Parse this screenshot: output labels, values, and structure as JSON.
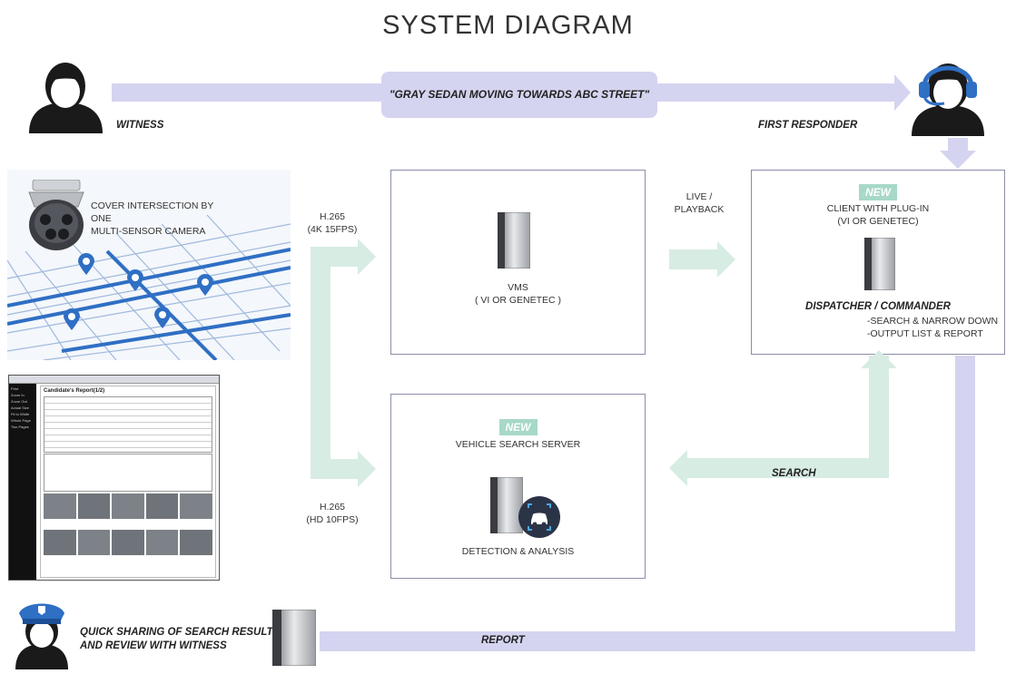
{
  "title": "SYSTEM DIAGRAM",
  "quote": "\"GRAY SEDAN MOVING TOWARDS ABC STREET\"",
  "labels": {
    "witness": "WITNESS",
    "first_responder": "FIRST RESPONDER",
    "search": "SEARCH",
    "report": "REPORT",
    "officer_line1": "QUICK SHARING OF SEARCH RESULTS",
    "officer_line2": "AND REVIEW WITH WITNESS"
  },
  "camera": {
    "line1": "COVER INTERSECTION BY ONE",
    "line2": "MULTI-SENSOR CAMERA"
  },
  "streams": {
    "top_line1": "H.265",
    "top_line2": "(4K 15FPS)",
    "bottom_line1": "H.265",
    "bottom_line2": "(HD 10FPS)",
    "live_line1": "LIVE /",
    "live_line2": "PLAYBACK"
  },
  "vms": {
    "line1": "VMS",
    "line2": "( VI OR GENETEC )"
  },
  "vss": {
    "badge": "NEW",
    "title": "VEHICLE SEARCH SERVER",
    "caption": "DETECTION & ANALYSIS"
  },
  "client": {
    "badge": "NEW",
    "line1": "CLIENT WITH PLUG-IN",
    "line2": "(VI OR GENETEC)",
    "role": "DISPATCHER / COMMANDER",
    "item1": "-SEARCH & NARROW DOWN",
    "item2": "-OUTPUT LIST & REPORT"
  },
  "report_doc": {
    "title": "Candidate's Report(1/2)",
    "menu": [
      "Print",
      "Zoom In",
      "Zoom Out",
      "Actual Size",
      "Fit to Width",
      "Whole Page",
      "Two Pages"
    ]
  },
  "colors": {
    "purple_arrow": "#d4d4f0",
    "green_arrow": "#d7ece3",
    "badge": "#a7d8c8",
    "box_border": "#8a8ea8",
    "map_blue": "#2f6fc4"
  }
}
